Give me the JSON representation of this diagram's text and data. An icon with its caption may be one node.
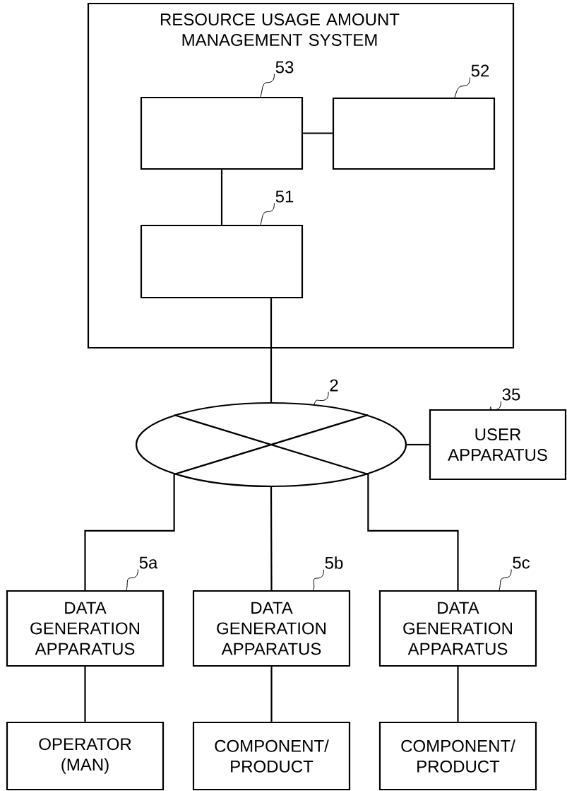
{
  "diagram": {
    "nodes": [
      {
        "text": [
          "RESOURCE USAGE AMOUNT MANAGEMENT SYSTEM"
        ]
      },
      {
        "text": [],
        "shape": "box",
        "in": 0
      },
      {
        "text": [],
        "shape": "box",
        "in": 0
      },
      {
        "text": [],
        "shape": "box",
        "in": 0
      },
      {
        "text": [],
        "shape": "ellipse"
      },
      {
        "text": [
          "USER APPARATUS"
        ]
      },
      {
        "text": [
          "DATA GENERATION APPARATUS"
        ]
      },
      {
        "text": [
          "DATA GENERATION APPARATUS"
        ]
      },
      {
        "text": [
          "DATA GENERATION APPARATUS"
        ]
      },
      {
        "text": [
          "OPERATOR (MAN)"
        ]
      },
      {
        "text": [
          "COMPONENT/ PRODUCT"
        ]
      },
      {
        "text": [
          "COMPONENT/ PRODUCT"
        ]
      },
      {
        "text": [
          "53"
        ],
        "in": 0
      },
      {
        "text": [
          "52"
        ],
        "in": 0
      },
      {
        "text": [
          "51"
        ],
        "in": 0
      },
      {
        "text": [
          "2"
        ]
      },
      {
        "text": [
          "35"
        ]
      },
      {
        "text": [
          "5a"
        ]
      },
      {
        "text": [
          "5b"
        ]
      },
      {
        "text": [
          "5c"
        ]
      }
    ],
    "edges": [
      {
        "from": 1,
        "to": 2,
        "arrow": "none"
      },
      {
        "from": 1,
        "to": 3,
        "arrow": "none"
      },
      {
        "from": 3,
        "to": 4,
        "arrow": "none"
      },
      {
        "from": 4,
        "to": 5,
        "arrow": "none"
      },
      {
        "from": 4,
        "to": 6,
        "arrow": "none"
      },
      {
        "from": 4,
        "to": 7,
        "arrow": "none"
      },
      {
        "from": 4,
        "to": 8,
        "arrow": "none"
      },
      {
        "from": 6,
        "to": 9,
        "arrow": "none"
      },
      {
        "from": 7,
        "to": 10,
        "arrow": "none"
      },
      {
        "from": 8,
        "to": 11,
        "arrow": "none"
      },
      {
        "from": 12,
        "to": 1,
        "arrow": "none"
      },
      {
        "from": 13,
        "to": 2,
        "arrow": "none"
      },
      {
        "from": 14,
        "to": 3,
        "arrow": "none"
      },
      {
        "from": 15,
        "to": 4,
        "arrow": "none"
      },
      {
        "from": 16,
        "to": 5,
        "arrow": "none"
      },
      {
        "from": 17,
        "to": 6,
        "arrow": "none"
      },
      {
        "from": 18,
        "to": 7,
        "arrow": "none"
      },
      {
        "from": 19,
        "to": 8,
        "arrow": "none"
      }
    ]
  }
}
